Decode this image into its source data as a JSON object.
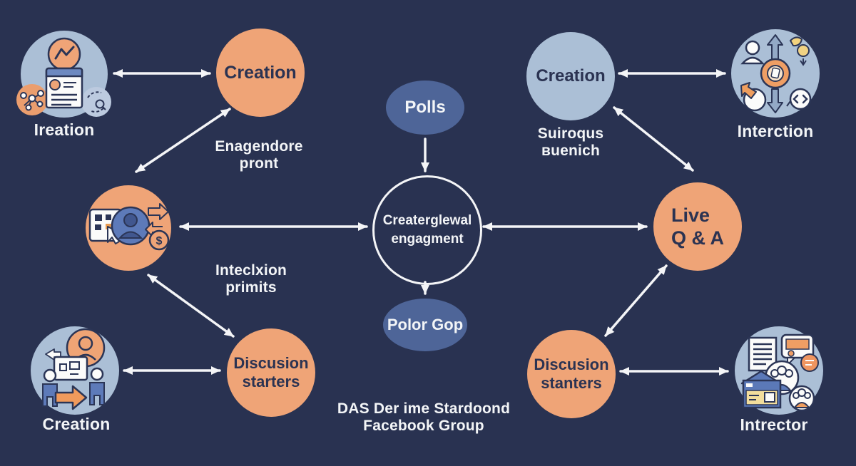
{
  "palette": {
    "background": "#293251",
    "orange": "#efa477",
    "light_blue": "#abbfd6",
    "ellipse_blue": "#4e6598",
    "arrow_white": "#f4f5f7",
    "text_dark": "#2b3352",
    "text_light": "#f3f5f7"
  },
  "center": {
    "polls_label": "Polls",
    "hub_line1": "Createrglewal",
    "hub_line2": "engagment",
    "polor_gop_label": "Polor Gop",
    "caption_line1": "DAS Der ime Stardoond",
    "caption_line2": "Facebook Group"
  },
  "left_column": {
    "top_cluster_label": "Ireation",
    "creation_label": "Creation",
    "creation_caption_line1": "Enagendore",
    "creation_caption_line2": "pront",
    "interaction_caption_line1": "Inteclxion",
    "interaction_caption_line2": "primits",
    "bottom_cluster_label": "Creation",
    "discussion_line1": "Discusion",
    "discussion_line2": "starters"
  },
  "right_column": {
    "creation_label": "Creation",
    "creation_caption_line1": "Suiroqus",
    "creation_caption_line2": "ʙuenich",
    "top_cluster_label": "Interction",
    "live_qa_line1": "Live",
    "live_qa_line2": "Q & A",
    "discussion_line1": "Discusion",
    "discussion_line2": "stanters",
    "bottom_cluster_label": "Intrector"
  }
}
